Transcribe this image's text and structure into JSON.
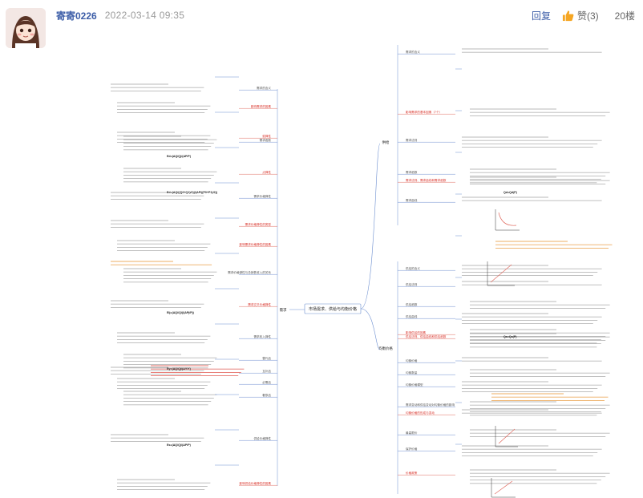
{
  "post": {
    "username": "寄寄0226",
    "timestamp": "2022-03-14 09:35",
    "reply_label": "回复",
    "like_label": "赞(3)",
    "floor_label": "20楼"
  },
  "colors": {
    "username": "#3d5ea8",
    "like_icon": "#f5a623",
    "line_blue": "#6d8fd0",
    "line_red": "#e06a5f",
    "text_red": "#d9342b",
    "text_orange": "#e58a1f"
  },
  "icons": {
    "like": "thumbs-up-icon",
    "avatar": "cartoon-girl-avatar"
  },
  "mindmap": {
    "center": "市场需求、供给与均衡价格",
    "left_main": "需求",
    "right_main_1": "供给",
    "right_main_2": "均衡价格",
    "left_nodes": [
      {
        "label": "需求的含义",
        "style": "normal"
      },
      {
        "label": "影响需求的因素",
        "style": "red"
      },
      {
        "label": "需求函数",
        "style": "normal"
      },
      {
        "label": "需求价格弹性",
        "style": "normal"
      },
      {
        "label": "弧弹性",
        "style": "red"
      },
      {
        "label": "点弹性",
        "style": "red"
      },
      {
        "label": "需求价格弹性的类型",
        "style": "red"
      },
      {
        "label": "影响需求价格弹性的因素",
        "style": "red"
      },
      {
        "label": "需求价格弹性与总销售收入的关系",
        "style": "normal"
      },
      {
        "label": "需求交叉价格弹性",
        "style": "red"
      },
      {
        "label": "需求收入弹性",
        "style": "normal"
      },
      {
        "label": "替代品",
        "style": "normal"
      },
      {
        "label": "互补品",
        "style": "normal"
      },
      {
        "label": "必需品",
        "style": "normal"
      },
      {
        "label": "奢侈品",
        "style": "normal"
      },
      {
        "label": "供给价格弹性",
        "style": "normal"
      },
      {
        "label": "影响供给价格弹性的因素",
        "style": "red"
      }
    ],
    "right_nodes": [
      {
        "label": "需求的含义",
        "style": "normal"
      },
      {
        "label": "影响需求的基本因素（7个）",
        "style": "red"
      },
      {
        "label": "需求法则",
        "style": "normal"
      },
      {
        "label": "需求函数",
        "style": "normal"
      },
      {
        "label": "需求曲线",
        "style": "normal"
      },
      {
        "label": "需求法则、需求曲线和需求函数",
        "style": "red"
      },
      {
        "label": "供给的含义",
        "style": "normal"
      },
      {
        "label": "影响供给的因素",
        "style": "red"
      },
      {
        "label": "供给法则",
        "style": "normal"
      },
      {
        "label": "供给函数",
        "style": "normal"
      },
      {
        "label": "供给曲线",
        "style": "normal"
      },
      {
        "label": "供给法则、供给曲线和供给函数",
        "style": "red"
      },
      {
        "label": "均衡价格",
        "style": "normal"
      },
      {
        "label": "均衡数量",
        "style": "normal"
      },
      {
        "label": "均衡价格模型",
        "style": "normal"
      },
      {
        "label": "需求变动和供给变动对均衡价格的影响",
        "style": "normal"
      },
      {
        "label": "均衡价格的形成与变动",
        "style": "red"
      },
      {
        "label": "最高限价",
        "style": "normal"
      },
      {
        "label": "保护价格",
        "style": "normal"
      },
      {
        "label": "价格政策",
        "style": "red"
      }
    ],
    "formulas": [
      {
        "label": "Ed=(ΔQ/Q)/(ΔP/P)"
      },
      {
        "label": "Ed=(ΔQ/((Q0+Q1)/2))/(ΔP/((P0+P1)/2))"
      },
      {
        "label": "Eij=(ΔQi/Qi)/(ΔPj/Pj)"
      },
      {
        "label": "Ey=(ΔQ/Q)/(ΔY/Y)"
      },
      {
        "label": "Es=(ΔQ/Q)/(ΔP/P)"
      },
      {
        "label": "Qd=Qd(P)"
      },
      {
        "label": "Qs=Qs(P)"
      }
    ]
  }
}
